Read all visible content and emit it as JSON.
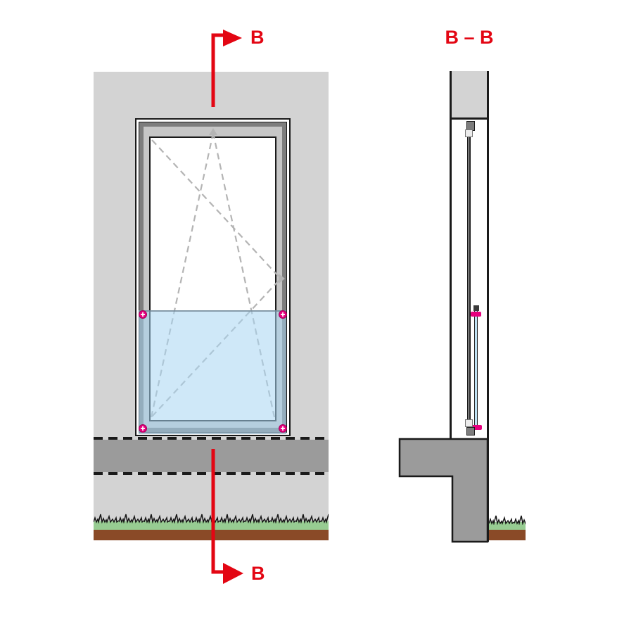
{
  "labels": {
    "section_marker_top": "B",
    "section_marker_bottom": "B",
    "section_title": "B – B"
  },
  "views": {
    "left": "front-elevation-of-window-with-glass-barrier",
    "right": "vertical-section-B-B"
  },
  "icons": {
    "section_arrow_top": "red-section-cut-arrow-pointing-right",
    "section_arrow_bottom": "red-section-cut-arrow-pointing-right",
    "point_fixings": "pink-circular-glass-point-fixings-at-four-corners",
    "opening_symbols": "dashed-tilt-and-turn-window-opening-lines"
  },
  "colors": {
    "accent-red": "#e30613",
    "fixing-pink": "#e6007e",
    "wall-gray": "#d3d3d3",
    "slab-gray": "#9b9b9b",
    "frame-gray": "#7d7d7d",
    "sash-gray": "#c6c6c6",
    "glass-blue": "rgba(168,214,242,0.55)",
    "glass-blue-solid": "#bfe3f5",
    "symbol-gray": "#b4b4b4",
    "grass-green": "#97cc92",
    "soil-brown": "#8a4a27",
    "line-black": "#1a1a1a"
  }
}
